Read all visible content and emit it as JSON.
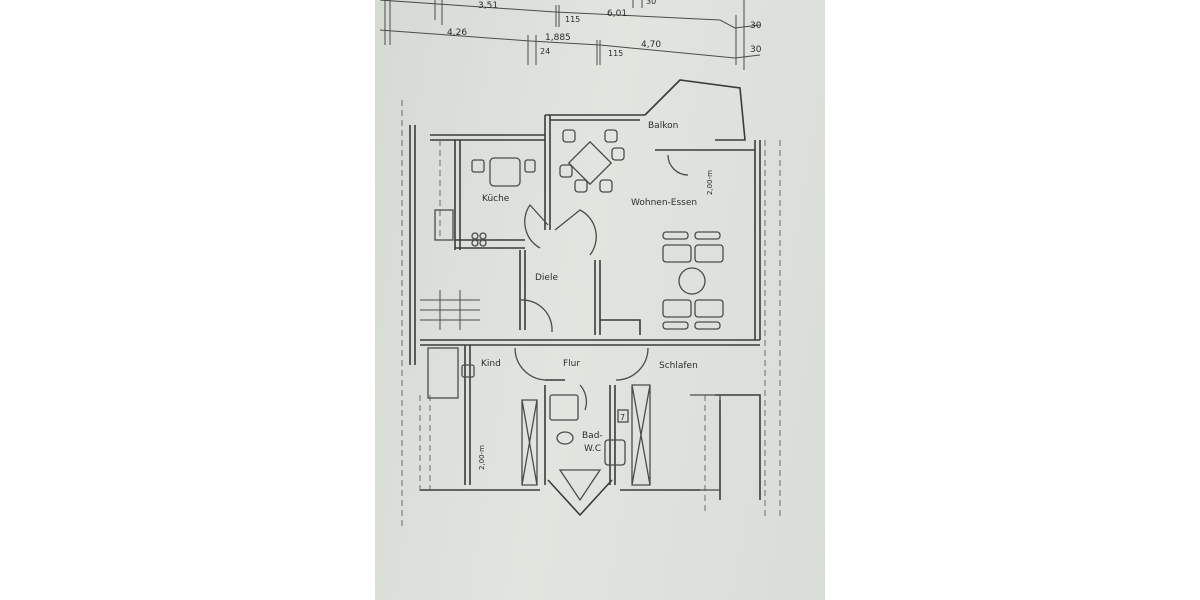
{
  "dimensions": {
    "top_row": [
      "3,51",
      "115",
      "6,01",
      "30"
    ],
    "second_row": [
      "4,26",
      "1,885",
      "24",
      "115",
      "4,70"
    ],
    "right_side": [
      "30",
      "30"
    ]
  },
  "rooms": {
    "balkon": "Balkon",
    "kueche": "Küche",
    "wohnen_essen": "Wohnen-Essen",
    "diele": "Diele",
    "kind": "Kind",
    "flur": "Flur",
    "schlafen": "Schlafen",
    "bad_wc": "Bad-",
    "bad_wc_2": "W.C"
  },
  "annotations": {
    "height_right": "2,00-m",
    "height_left": "2,00-m",
    "shaft_number": "7"
  },
  "colors": {
    "paper": "#dcdfd9",
    "ink": "#3a3c3a"
  }
}
